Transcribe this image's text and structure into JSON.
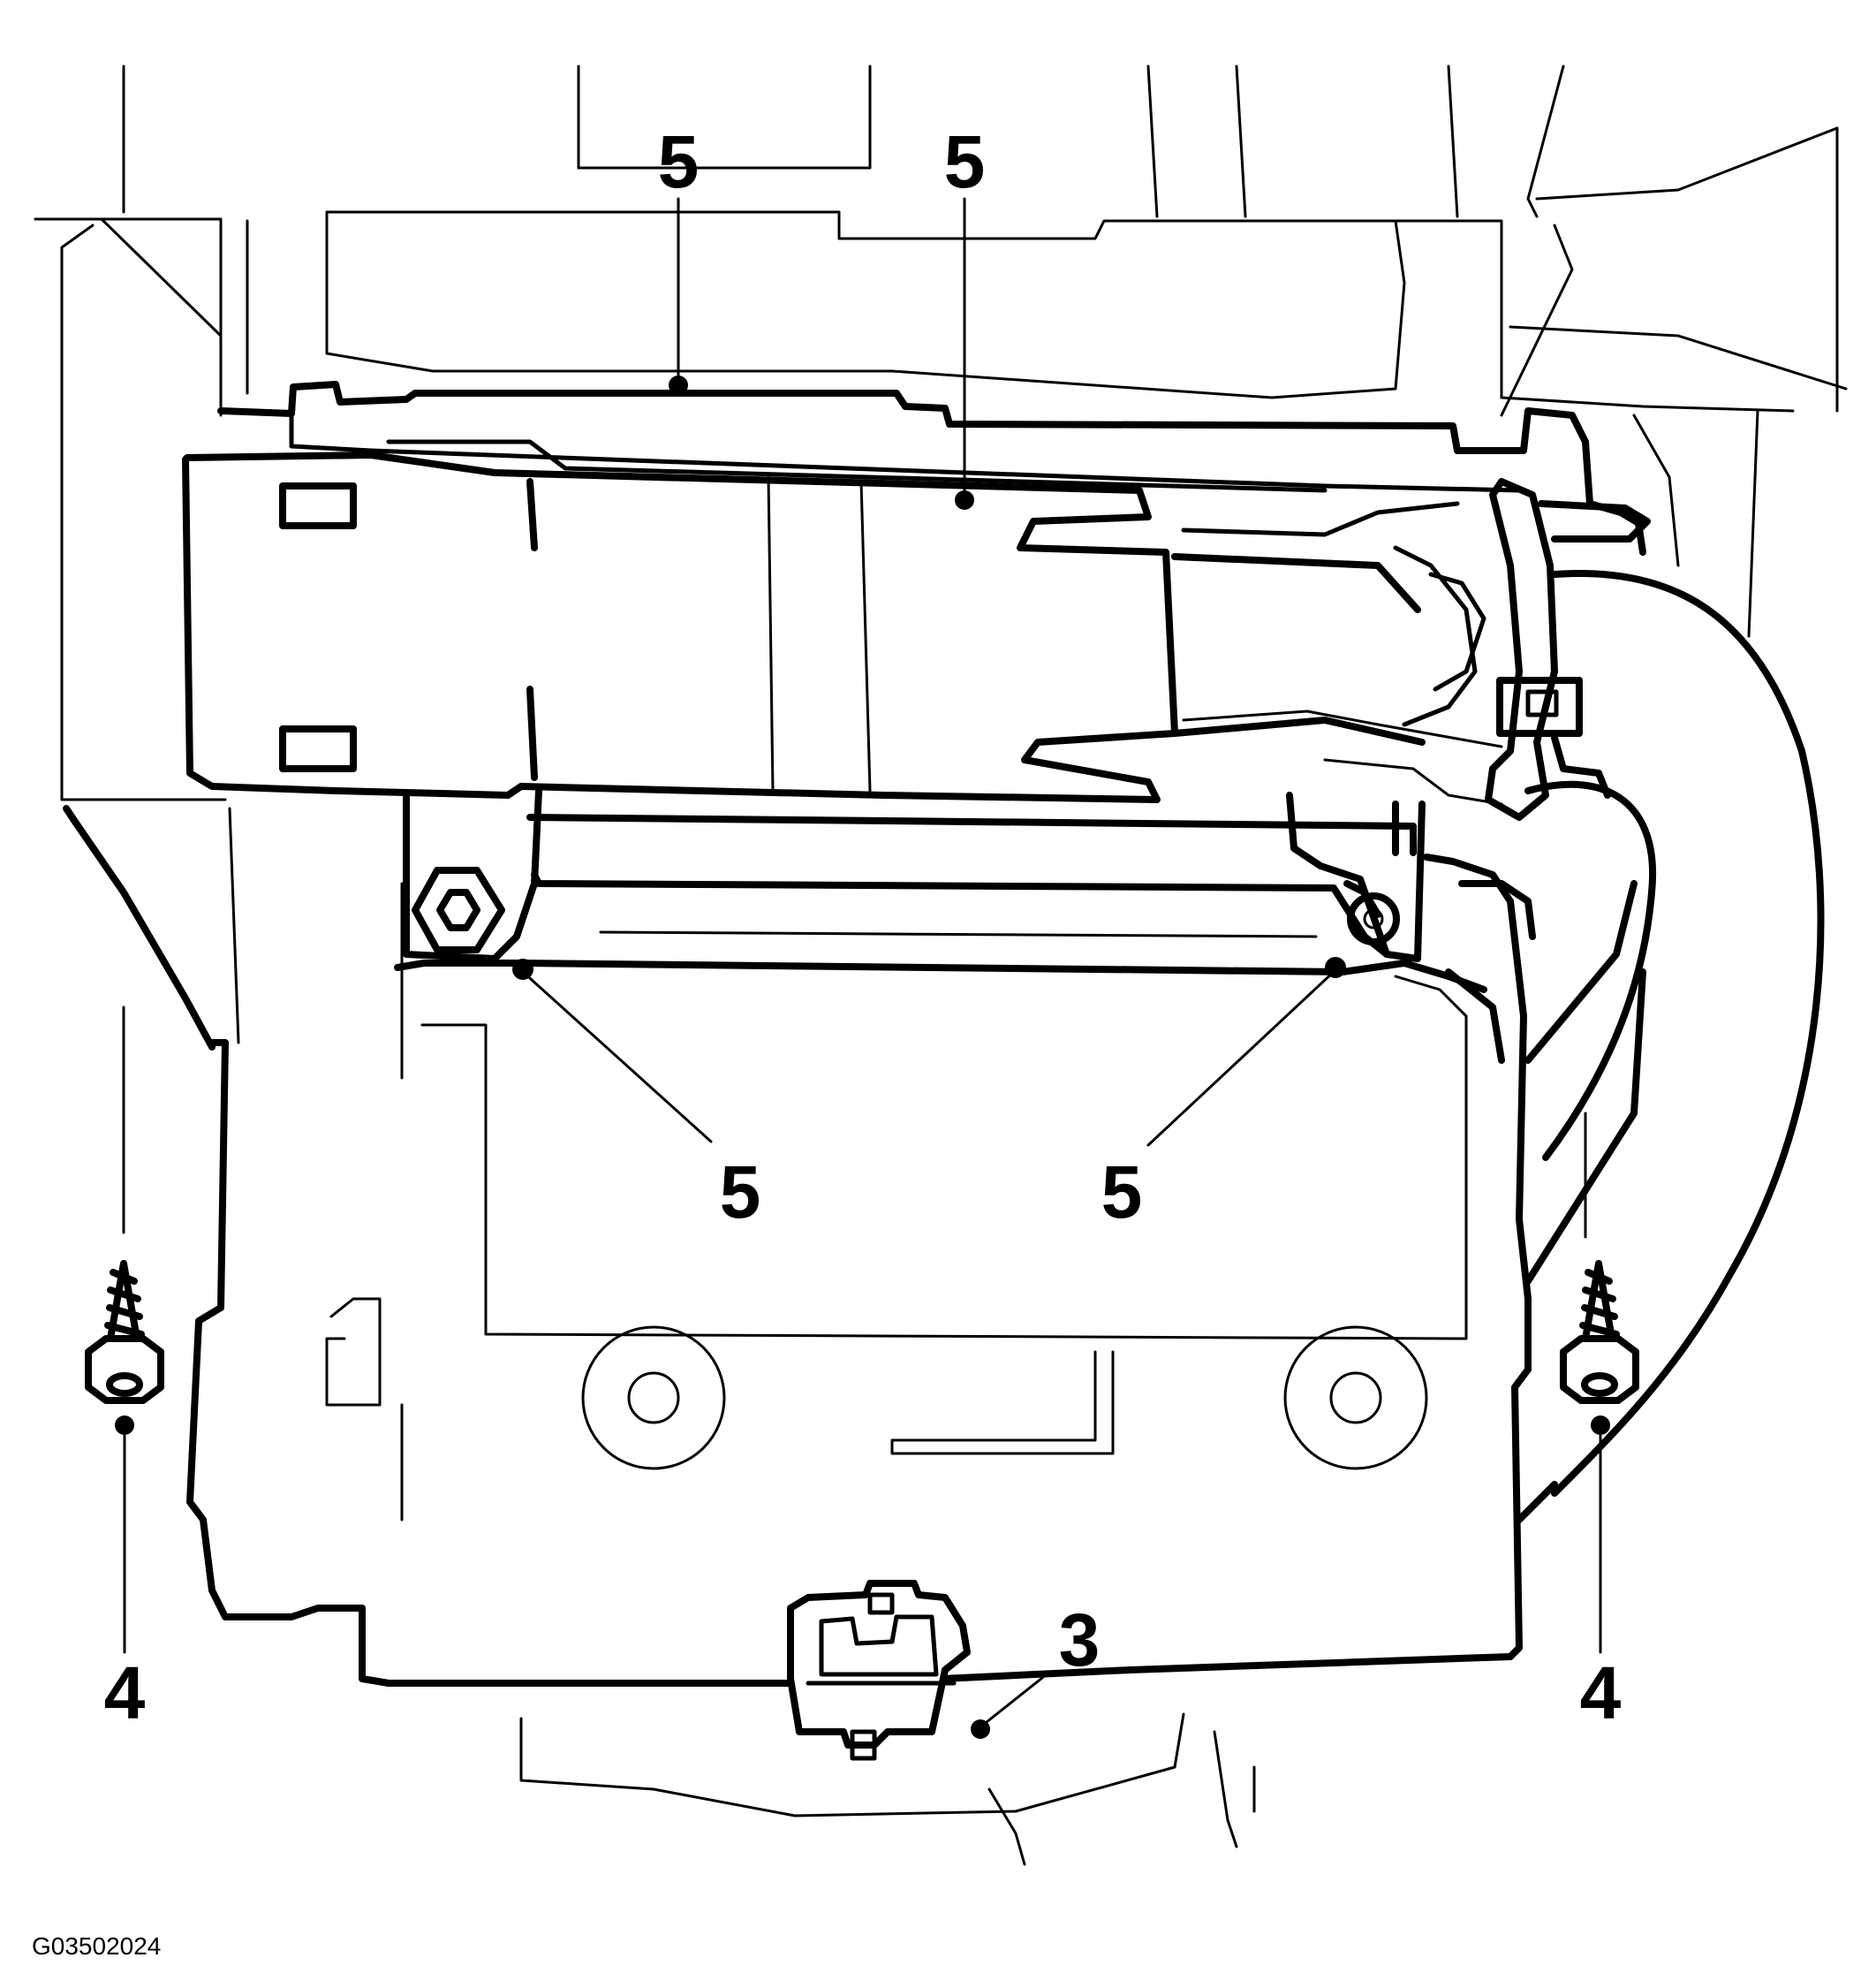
{
  "figure_id": "G03502024",
  "callouts": [
    {
      "id": "fastener-top-left",
      "label": "5"
    },
    {
      "id": "fastener-top-center",
      "label": "5"
    },
    {
      "id": "fastener-mid-left",
      "label": "5"
    },
    {
      "id": "fastener-mid-right",
      "label": "5"
    },
    {
      "id": "screw-left",
      "label": "4"
    },
    {
      "id": "screw-right",
      "label": "4"
    },
    {
      "id": "connector-bottom",
      "label": "3"
    }
  ]
}
